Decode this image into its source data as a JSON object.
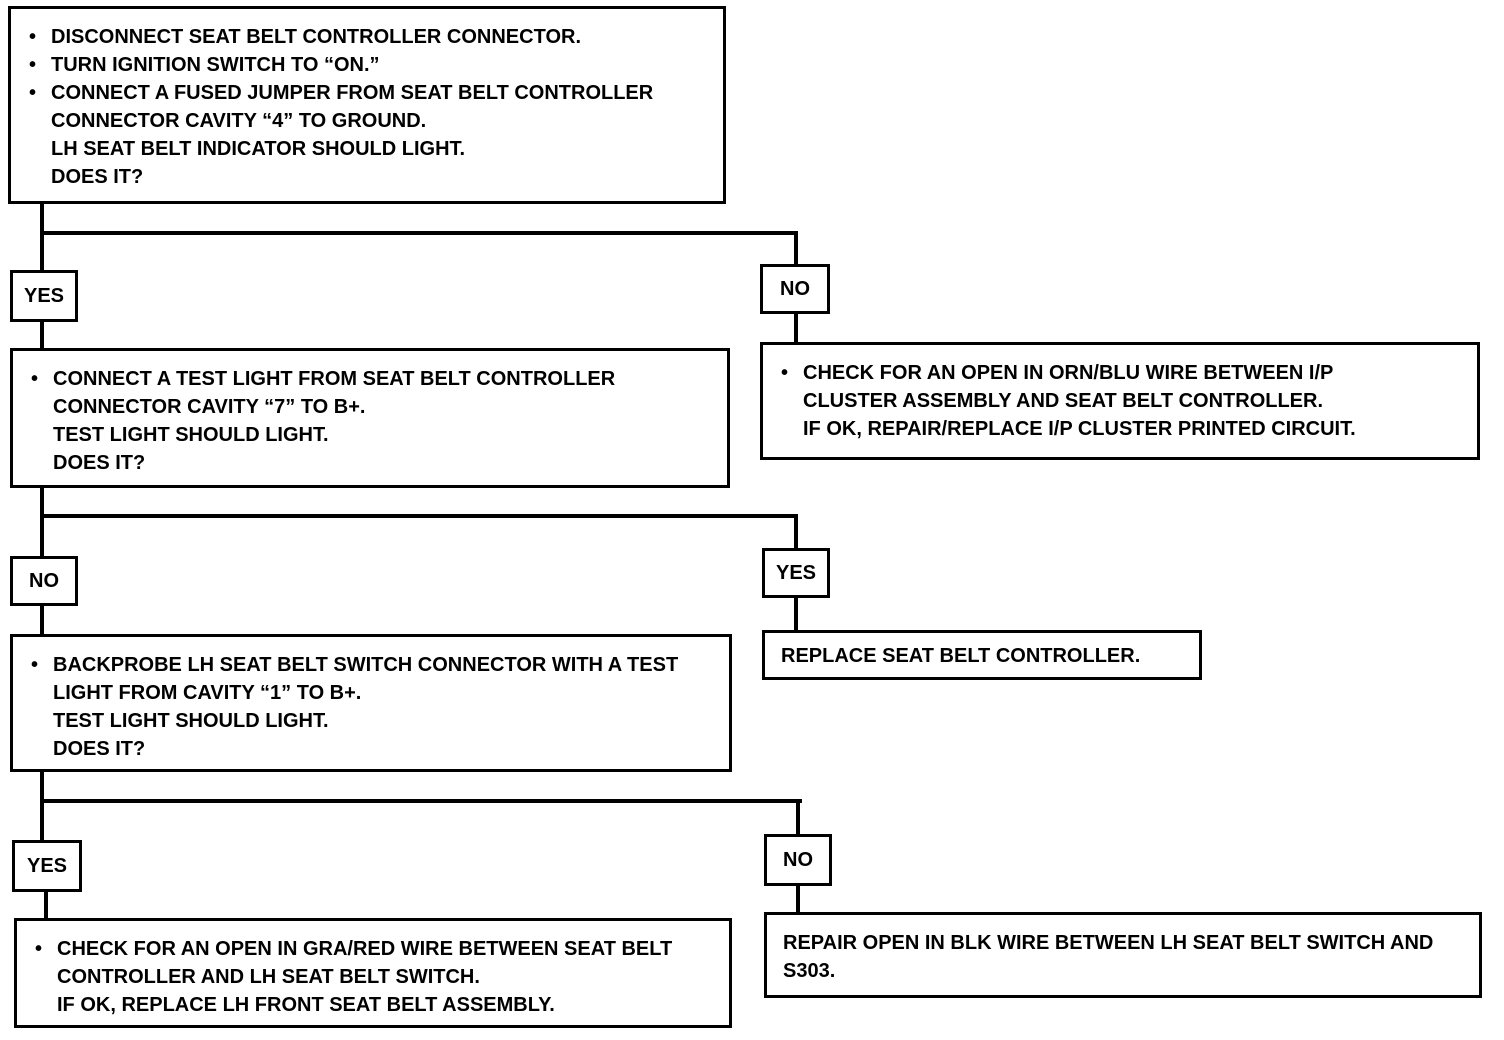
{
  "step1": {
    "bullets": [
      "DISCONNECT SEAT BELT CONTROLLER CONNECTOR.",
      "TURN IGNITION SWITCH TO “ON.”",
      "CONNECT A FUSED JUMPER FROM SEAT BELT CONTROLLER CONNECTOR CAVITY “4” TO GROUND."
    ],
    "lines": [
      "LH SEAT BELT INDICATOR SHOULD LIGHT.",
      "DOES IT?"
    ]
  },
  "step1_yes": "YES",
  "step1_no": "NO",
  "no1_result": {
    "bullets": [
      "CHECK FOR AN OPEN IN ORN/BLU WIRE BETWEEN I/P CLUSTER ASSEMBLY AND SEAT BELT CONTROLLER."
    ],
    "lines": [
      "IF OK, REPAIR/REPLACE I/P CLUSTER PRINTED CIRCUIT."
    ]
  },
  "step2": {
    "bullets": [
      "CONNECT A TEST LIGHT FROM SEAT BELT CONTROLLER CONNECTOR CAVITY “7” TO B+."
    ],
    "lines": [
      "TEST LIGHT SHOULD LIGHT.",
      "DOES IT?"
    ]
  },
  "step2_no": "NO",
  "step2_yes": "YES",
  "yes2_result": "REPLACE SEAT BELT CONTROLLER.",
  "step3": {
    "bullets": [
      "BACKPROBE LH SEAT BELT SWITCH CONNECTOR WITH A TEST LIGHT FROM CAVITY “1” TO B+."
    ],
    "lines": [
      "TEST LIGHT SHOULD LIGHT.",
      "DOES IT?"
    ]
  },
  "step3_yes": "YES",
  "step3_no": "NO",
  "yes3_result": {
    "bullets": [
      "CHECK FOR AN OPEN IN GRA/RED WIRE BETWEEN SEAT BELT CONTROLLER AND LH SEAT BELT SWITCH."
    ],
    "lines": [
      "IF OK, REPLACE LH FRONT SEAT BELT ASSEMBLY."
    ]
  },
  "no3_result": "REPAIR OPEN IN BLK WIRE BETWEEN LH SEAT BELT SWITCH AND S303."
}
